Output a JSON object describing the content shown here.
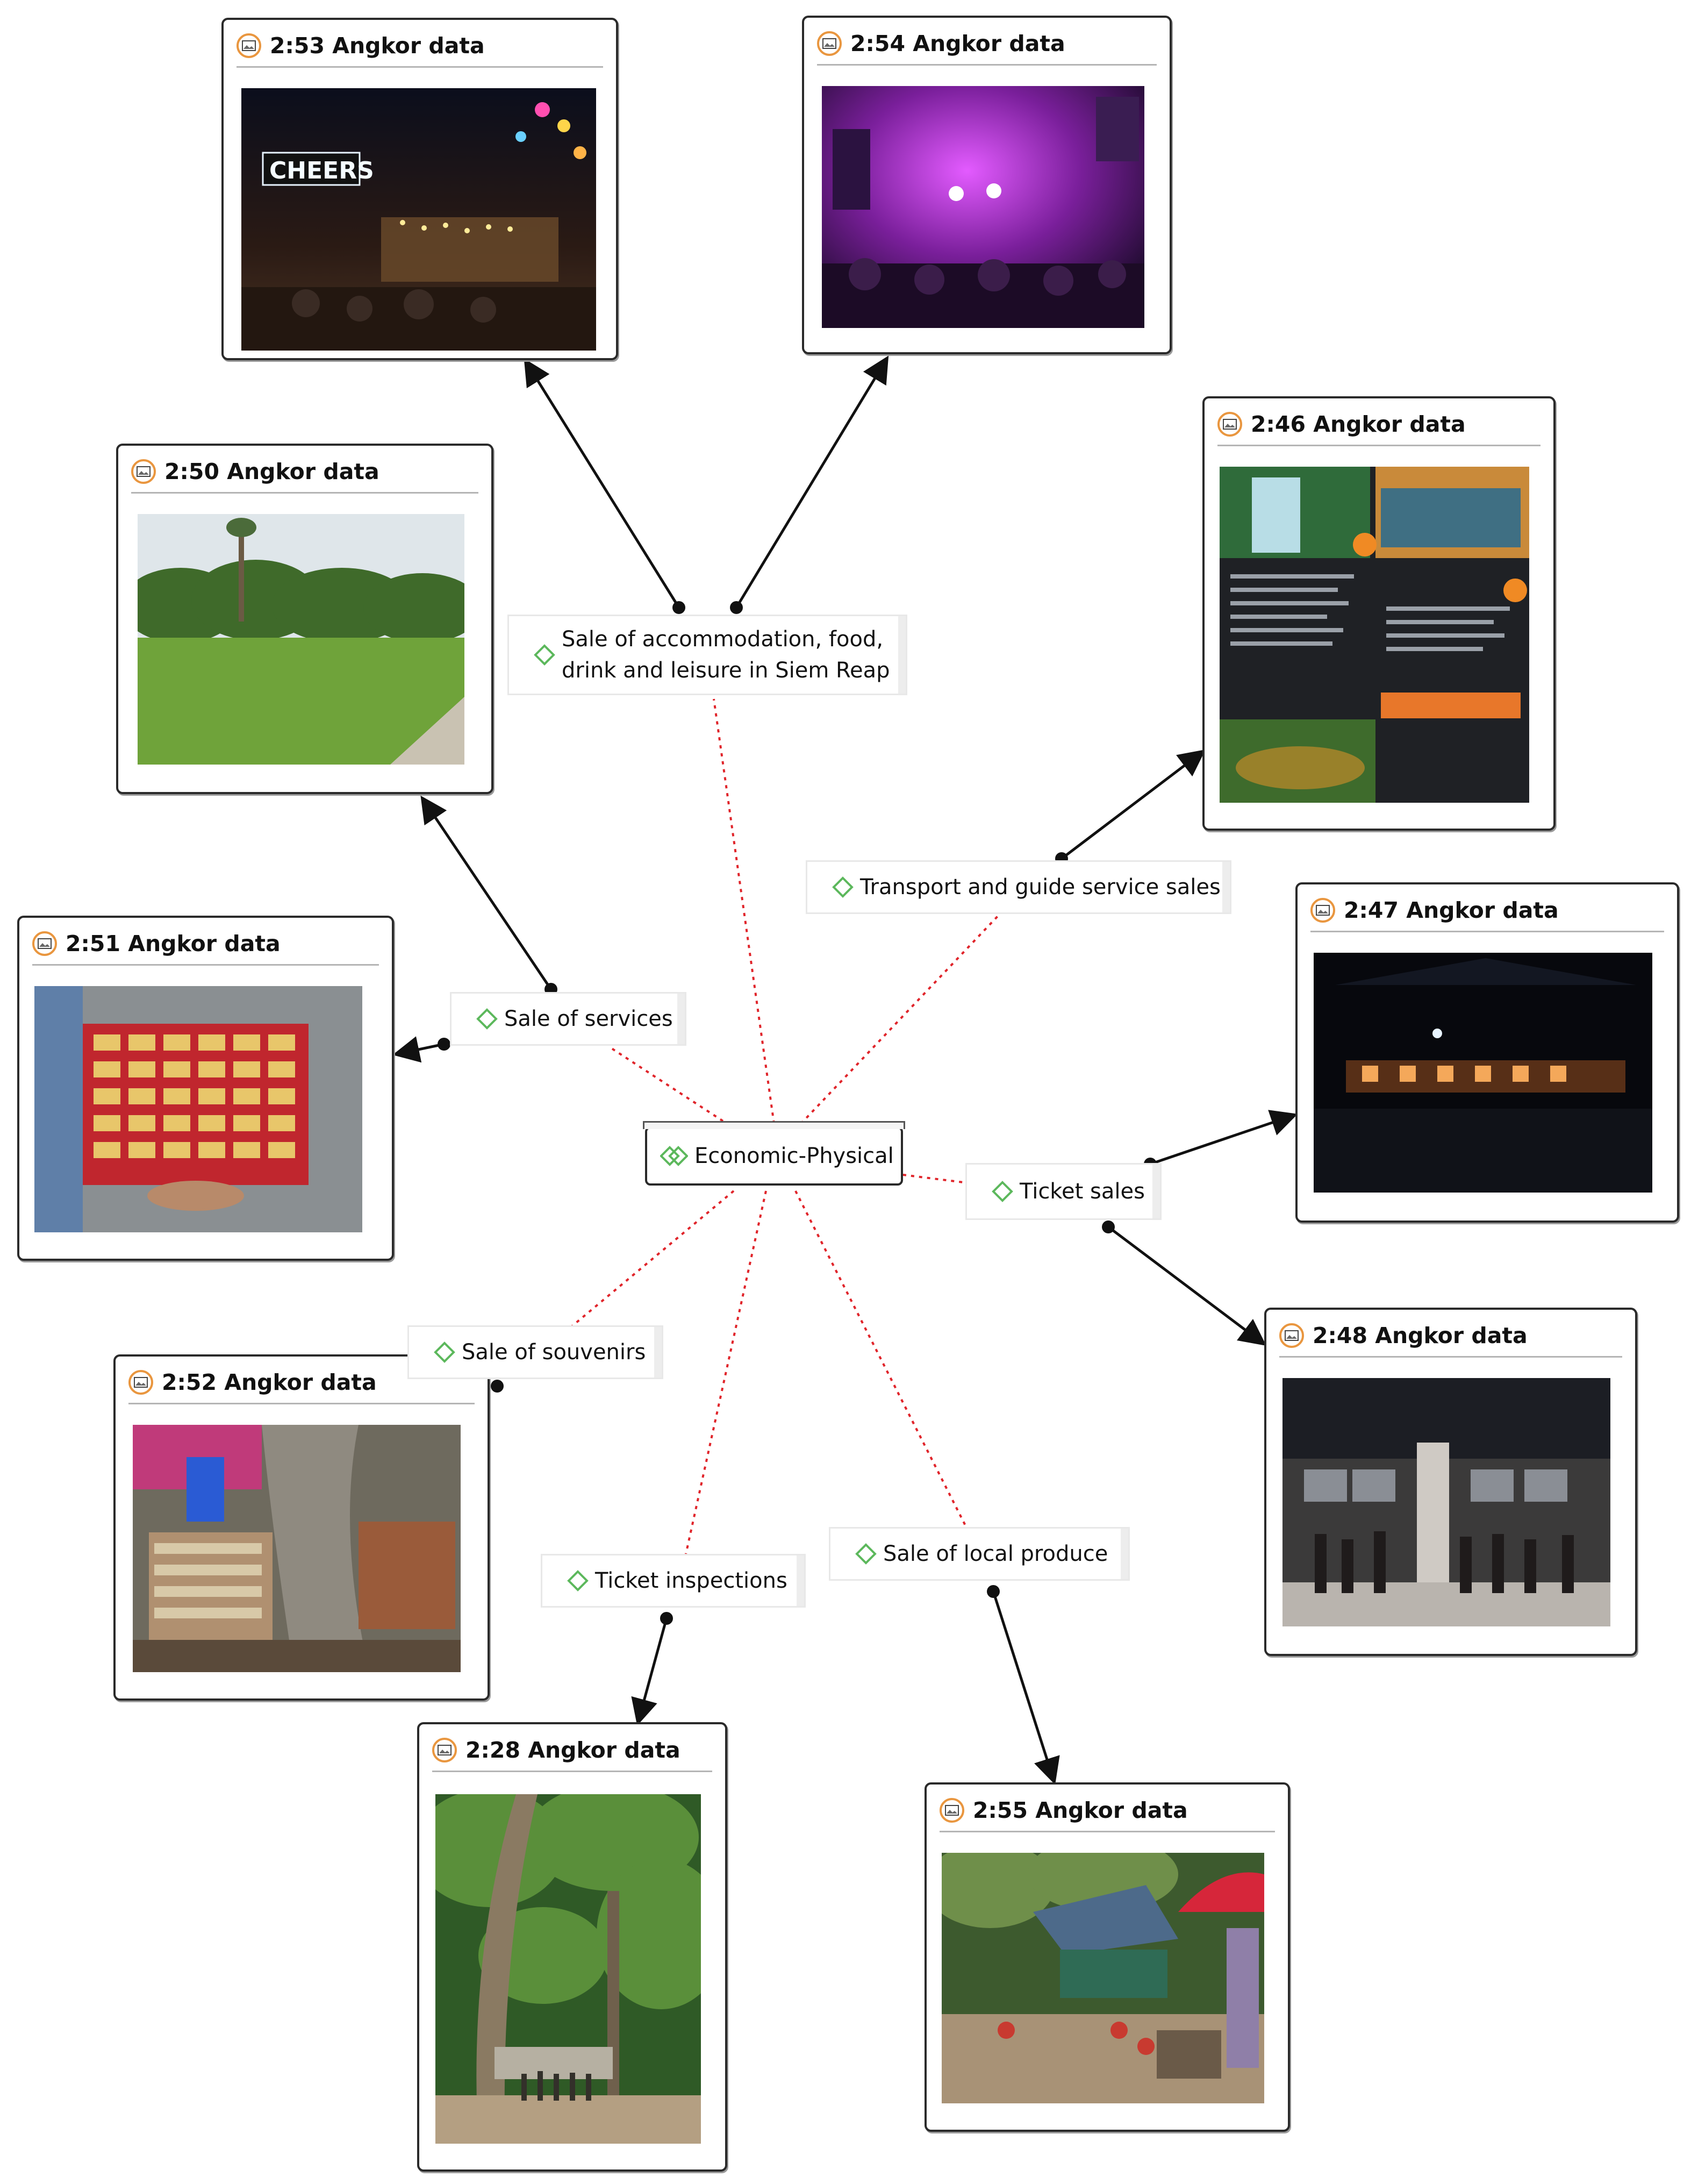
{
  "central": {
    "label": "Economic-Physical"
  },
  "codes": {
    "accommodation": {
      "line1": "Sale of accommodation, food,",
      "line2": "drink and leisure in  Siem Reap"
    },
    "transport": {
      "label": "Transport and guide service sales"
    },
    "services": {
      "label": "Sale of services"
    },
    "tickets": {
      "label": "Ticket sales"
    },
    "souvenirs": {
      "label": "Sale of souvenirs"
    },
    "inspections": {
      "label": "Ticket inspections"
    },
    "produce": {
      "label": "Sale of local produce"
    }
  },
  "documents": {
    "d253": {
      "title": "2:53 Angkor data",
      "photo": "night street bars with neon signs"
    },
    "d254": {
      "title": "2:54 Angkor data",
      "photo": "crowded street under purple lights"
    },
    "d246": {
      "title": "2:46 Angkor data",
      "photo": "tour brochure with waterfall photos"
    },
    "d250": {
      "title": "2:50 Angkor data",
      "photo": "park with large trees and lawn"
    },
    "d251": {
      "title": "2:51 Angkor data",
      "photo": "hand holding a board of souvenir magnets"
    },
    "d247": {
      "title": "2:47 Angkor data",
      "photo": "ticket office at night"
    },
    "d248": {
      "title": "2:48 Angkor data",
      "photo": "ticket hall interior with crowd"
    },
    "d252": {
      "title": "2:52 Angkor data",
      "photo": "souvenir stall under a tree"
    },
    "d228": {
      "title": "2:28 Angkor data",
      "photo": "forest path with tall trees and visitors"
    },
    "d255": {
      "title": "2:55 Angkor data",
      "photo": "market stall with umbrella in the shade"
    }
  },
  "colors": {
    "code_icon": "#5cb85c",
    "doc_icon": "#e9963f",
    "dashed_link": "#e0242a",
    "arrow": "#111111"
  }
}
